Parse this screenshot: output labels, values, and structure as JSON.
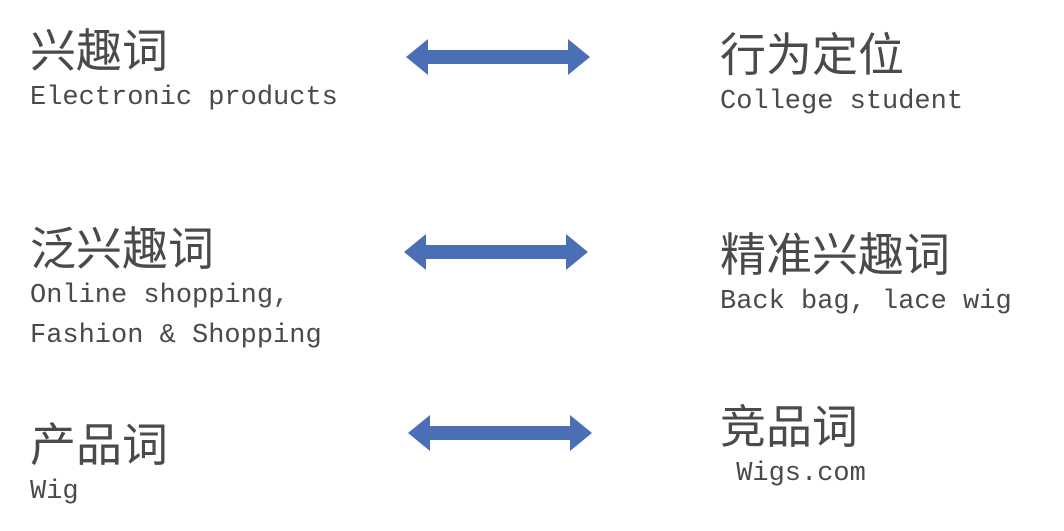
{
  "rows": [
    {
      "left": {
        "term": "兴趣词",
        "desc": "Electronic products"
      },
      "right": {
        "term": "行为定位",
        "desc": "College student"
      }
    },
    {
      "left": {
        "term": "泛兴趣词",
        "desc_lines": [
          "Online shopping,",
          "Fashion & Shopping"
        ]
      },
      "right": {
        "term": "精准兴趣词",
        "desc": "Back bag, lace wig"
      }
    },
    {
      "left": {
        "term": "产品词",
        "desc": "Wig"
      },
      "right": {
        "term": "竞品词",
        "desc": " Wigs.com"
      }
    }
  ],
  "arrow_color": "#4a6fb5"
}
